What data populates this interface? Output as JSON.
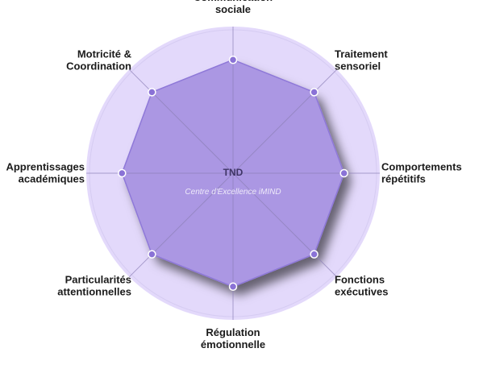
{
  "chart_data": {
    "type": "radar",
    "center_label": "TND",
    "watermark": "Centre d'Excellence iMIND",
    "axes": [
      [
        "Communication",
        "sociale"
      ],
      [
        "Traitement",
        "sensoriel"
      ],
      [
        "Comportements",
        "répétitifs"
      ],
      [
        "Fonctions",
        "exécutives"
      ],
      [
        "Régulation",
        "émotionnelle"
      ],
      [
        "Particularités",
        "attentionnelles"
      ],
      [
        "Apprentissages",
        "académiques"
      ],
      [
        "Motricité &",
        "Coordination"
      ]
    ],
    "values": [
      0.92,
      0.93,
      0.9,
      0.93,
      0.92,
      0.93,
      0.9,
      0.93
    ],
    "max": 1.0,
    "colors": {
      "background_disc": "#e3d9fb",
      "area_fill": "#ab97e3",
      "area_stroke": "#8e78d8",
      "point_fill": "#8a72d6",
      "axis_line": "#8d80b8"
    }
  }
}
